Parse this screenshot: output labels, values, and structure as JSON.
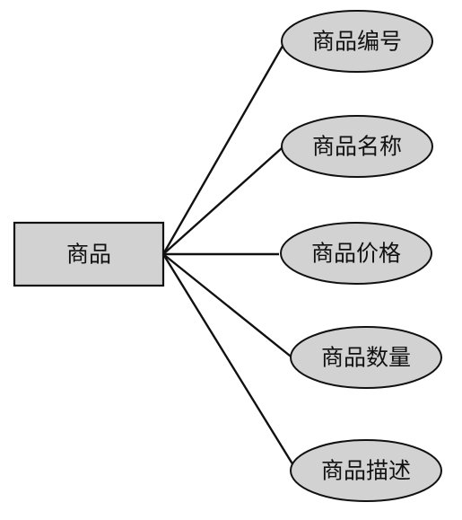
{
  "entity": {
    "label": "商品"
  },
  "attributes": [
    {
      "label": "商品编号"
    },
    {
      "label": "商品名称"
    },
    {
      "label": "商品价格"
    },
    {
      "label": "商品数量"
    },
    {
      "label": "商品描述"
    }
  ],
  "colors": {
    "shape_fill": "#d2d2d2",
    "stroke": "#111111",
    "background": "#ffffff"
  }
}
